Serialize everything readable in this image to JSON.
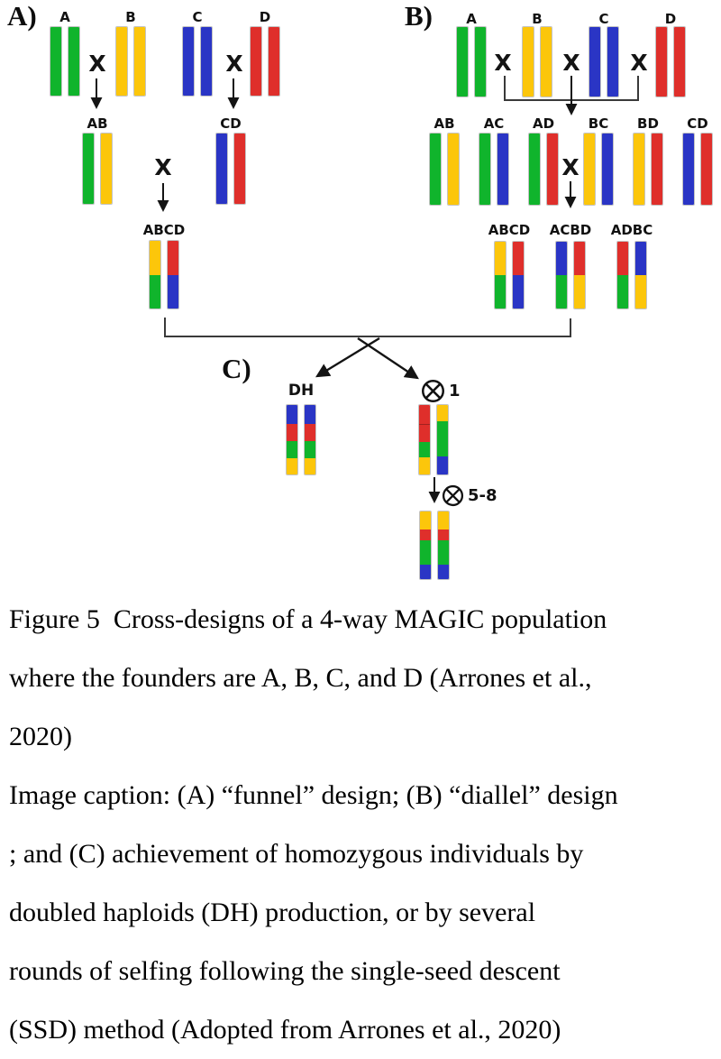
{
  "figure": {
    "panel_a_label": "A)",
    "panel_b_label": "B)",
    "panel_c_label": "C)",
    "cross_symbol": "X",
    "selfing_gen1": "1",
    "selfing_gen58": "5-8"
  },
  "founder_colors": {
    "A": "#10b42c",
    "B": "#fcc60b",
    "C": "#2a35c5",
    "D": "#df2f2b"
  },
  "chromosomes": {
    "fA": {
      "label": "A",
      "chromatids": [
        [
          {
            "f": "A",
            "p": 1
          }
        ],
        [
          {
            "f": "A",
            "p": 1
          }
        ]
      ]
    },
    "fB": {
      "label": "B",
      "chromatids": [
        [
          {
            "f": "B",
            "p": 1
          }
        ],
        [
          {
            "f": "B",
            "p": 1
          }
        ]
      ]
    },
    "fC": {
      "label": "C",
      "chromatids": [
        [
          {
            "f": "C",
            "p": 1
          }
        ],
        [
          {
            "f": "C",
            "p": 1
          }
        ]
      ]
    },
    "fD": {
      "label": "D",
      "chromatids": [
        [
          {
            "f": "D",
            "p": 1
          }
        ],
        [
          {
            "f": "D",
            "p": 1
          }
        ]
      ]
    },
    "AB": {
      "label": "AB",
      "chromatids": [
        [
          {
            "f": "A",
            "p": 1
          }
        ],
        [
          {
            "f": "B",
            "p": 1
          }
        ]
      ]
    },
    "AC": {
      "label": "AC",
      "chromatids": [
        [
          {
            "f": "A",
            "p": 1
          }
        ],
        [
          {
            "f": "C",
            "p": 1
          }
        ]
      ]
    },
    "AD": {
      "label": "AD",
      "chromatids": [
        [
          {
            "f": "A",
            "p": 1
          }
        ],
        [
          {
            "f": "D",
            "p": 1
          }
        ]
      ]
    },
    "BC": {
      "label": "BC",
      "chromatids": [
        [
          {
            "f": "B",
            "p": 1
          }
        ],
        [
          {
            "f": "C",
            "p": 1
          }
        ]
      ]
    },
    "BD": {
      "label": "BD",
      "chromatids": [
        [
          {
            "f": "B",
            "p": 1
          }
        ],
        [
          {
            "f": "D",
            "p": 1
          }
        ]
      ]
    },
    "CD": {
      "label": "CD",
      "chromatids": [
        [
          {
            "f": "C",
            "p": 1
          }
        ],
        [
          {
            "f": "D",
            "p": 1
          }
        ]
      ]
    },
    "ABCD": {
      "label": "ABCD",
      "chromatids": [
        [
          {
            "f": "B",
            "p": 0.5
          },
          {
            "f": "A",
            "p": 0.5
          }
        ],
        [
          {
            "f": "D",
            "p": 0.5
          },
          {
            "f": "C",
            "p": 0.5
          }
        ]
      ]
    },
    "ACBD": {
      "label": "ACBD",
      "chromatids": [
        [
          {
            "f": "C",
            "p": 0.5
          },
          {
            "f": "A",
            "p": 0.5
          }
        ],
        [
          {
            "f": "D",
            "p": 0.5
          },
          {
            "f": "B",
            "p": 0.5
          }
        ]
      ]
    },
    "ADBC": {
      "label": "ADBC",
      "chromatids": [
        [
          {
            "f": "D",
            "p": 0.5
          },
          {
            "f": "A",
            "p": 0.5
          }
        ],
        [
          {
            "f": "C",
            "p": 0.5
          },
          {
            "f": "B",
            "p": 0.5
          }
        ]
      ]
    },
    "DH": {
      "label": "DH",
      "chromatids": [
        [
          {
            "f": "C",
            "p": 0.27
          },
          {
            "f": "D",
            "p": 0.25
          },
          {
            "f": "A",
            "p": 0.24
          },
          {
            "f": "B",
            "p": 0.24
          }
        ],
        [
          {
            "f": "C",
            "p": 0.27
          },
          {
            "f": "D",
            "p": 0.25
          },
          {
            "f": "A",
            "p": 0.24
          },
          {
            "f": "B",
            "p": 0.24
          }
        ]
      ]
    },
    "SELF1": {
      "label": "",
      "chromatids": [
        [
          {
            "f": "D",
            "p": 0.27
          },
          {
            "f": "D",
            "p": 0.25
          },
          {
            "f": "A",
            "p": 0.23
          },
          {
            "f": "B",
            "p": 0.25
          }
        ],
        [
          {
            "f": "B",
            "p": 0.24
          },
          {
            "f": "A",
            "p": 0.5
          },
          {
            "f": "C",
            "p": 0.26
          }
        ]
      ]
    },
    "FINAL": {
      "label": "",
      "chromatids": [
        [
          {
            "f": "B",
            "p": 0.26
          },
          {
            "f": "D",
            "p": 0.17
          },
          {
            "f": "A",
            "p": 0.35
          },
          {
            "f": "C",
            "p": 0.22
          }
        ],
        [
          {
            "f": "B",
            "p": 0.26
          },
          {
            "f": "D",
            "p": 0.17
          },
          {
            "f": "A",
            "p": 0.35
          },
          {
            "f": "C",
            "p": 0.22
          }
        ]
      ]
    }
  },
  "caption_lines": [
    "Figure 5  Cross-designs of a 4-way MAGIC population",
    "where the founders are A, B, C, and D (Arrones et al.,",
    "2020)",
    "Image caption: (A) “funnel” design; (B) “diallel” design",
    "; and (C) achievement of homozygous individuals by",
    "doubled haploids (DH) production, or by several",
    "rounds of selfing following the single-seed descent",
    "(SSD) method (Adopted from Arrones et al., 2020)"
  ]
}
